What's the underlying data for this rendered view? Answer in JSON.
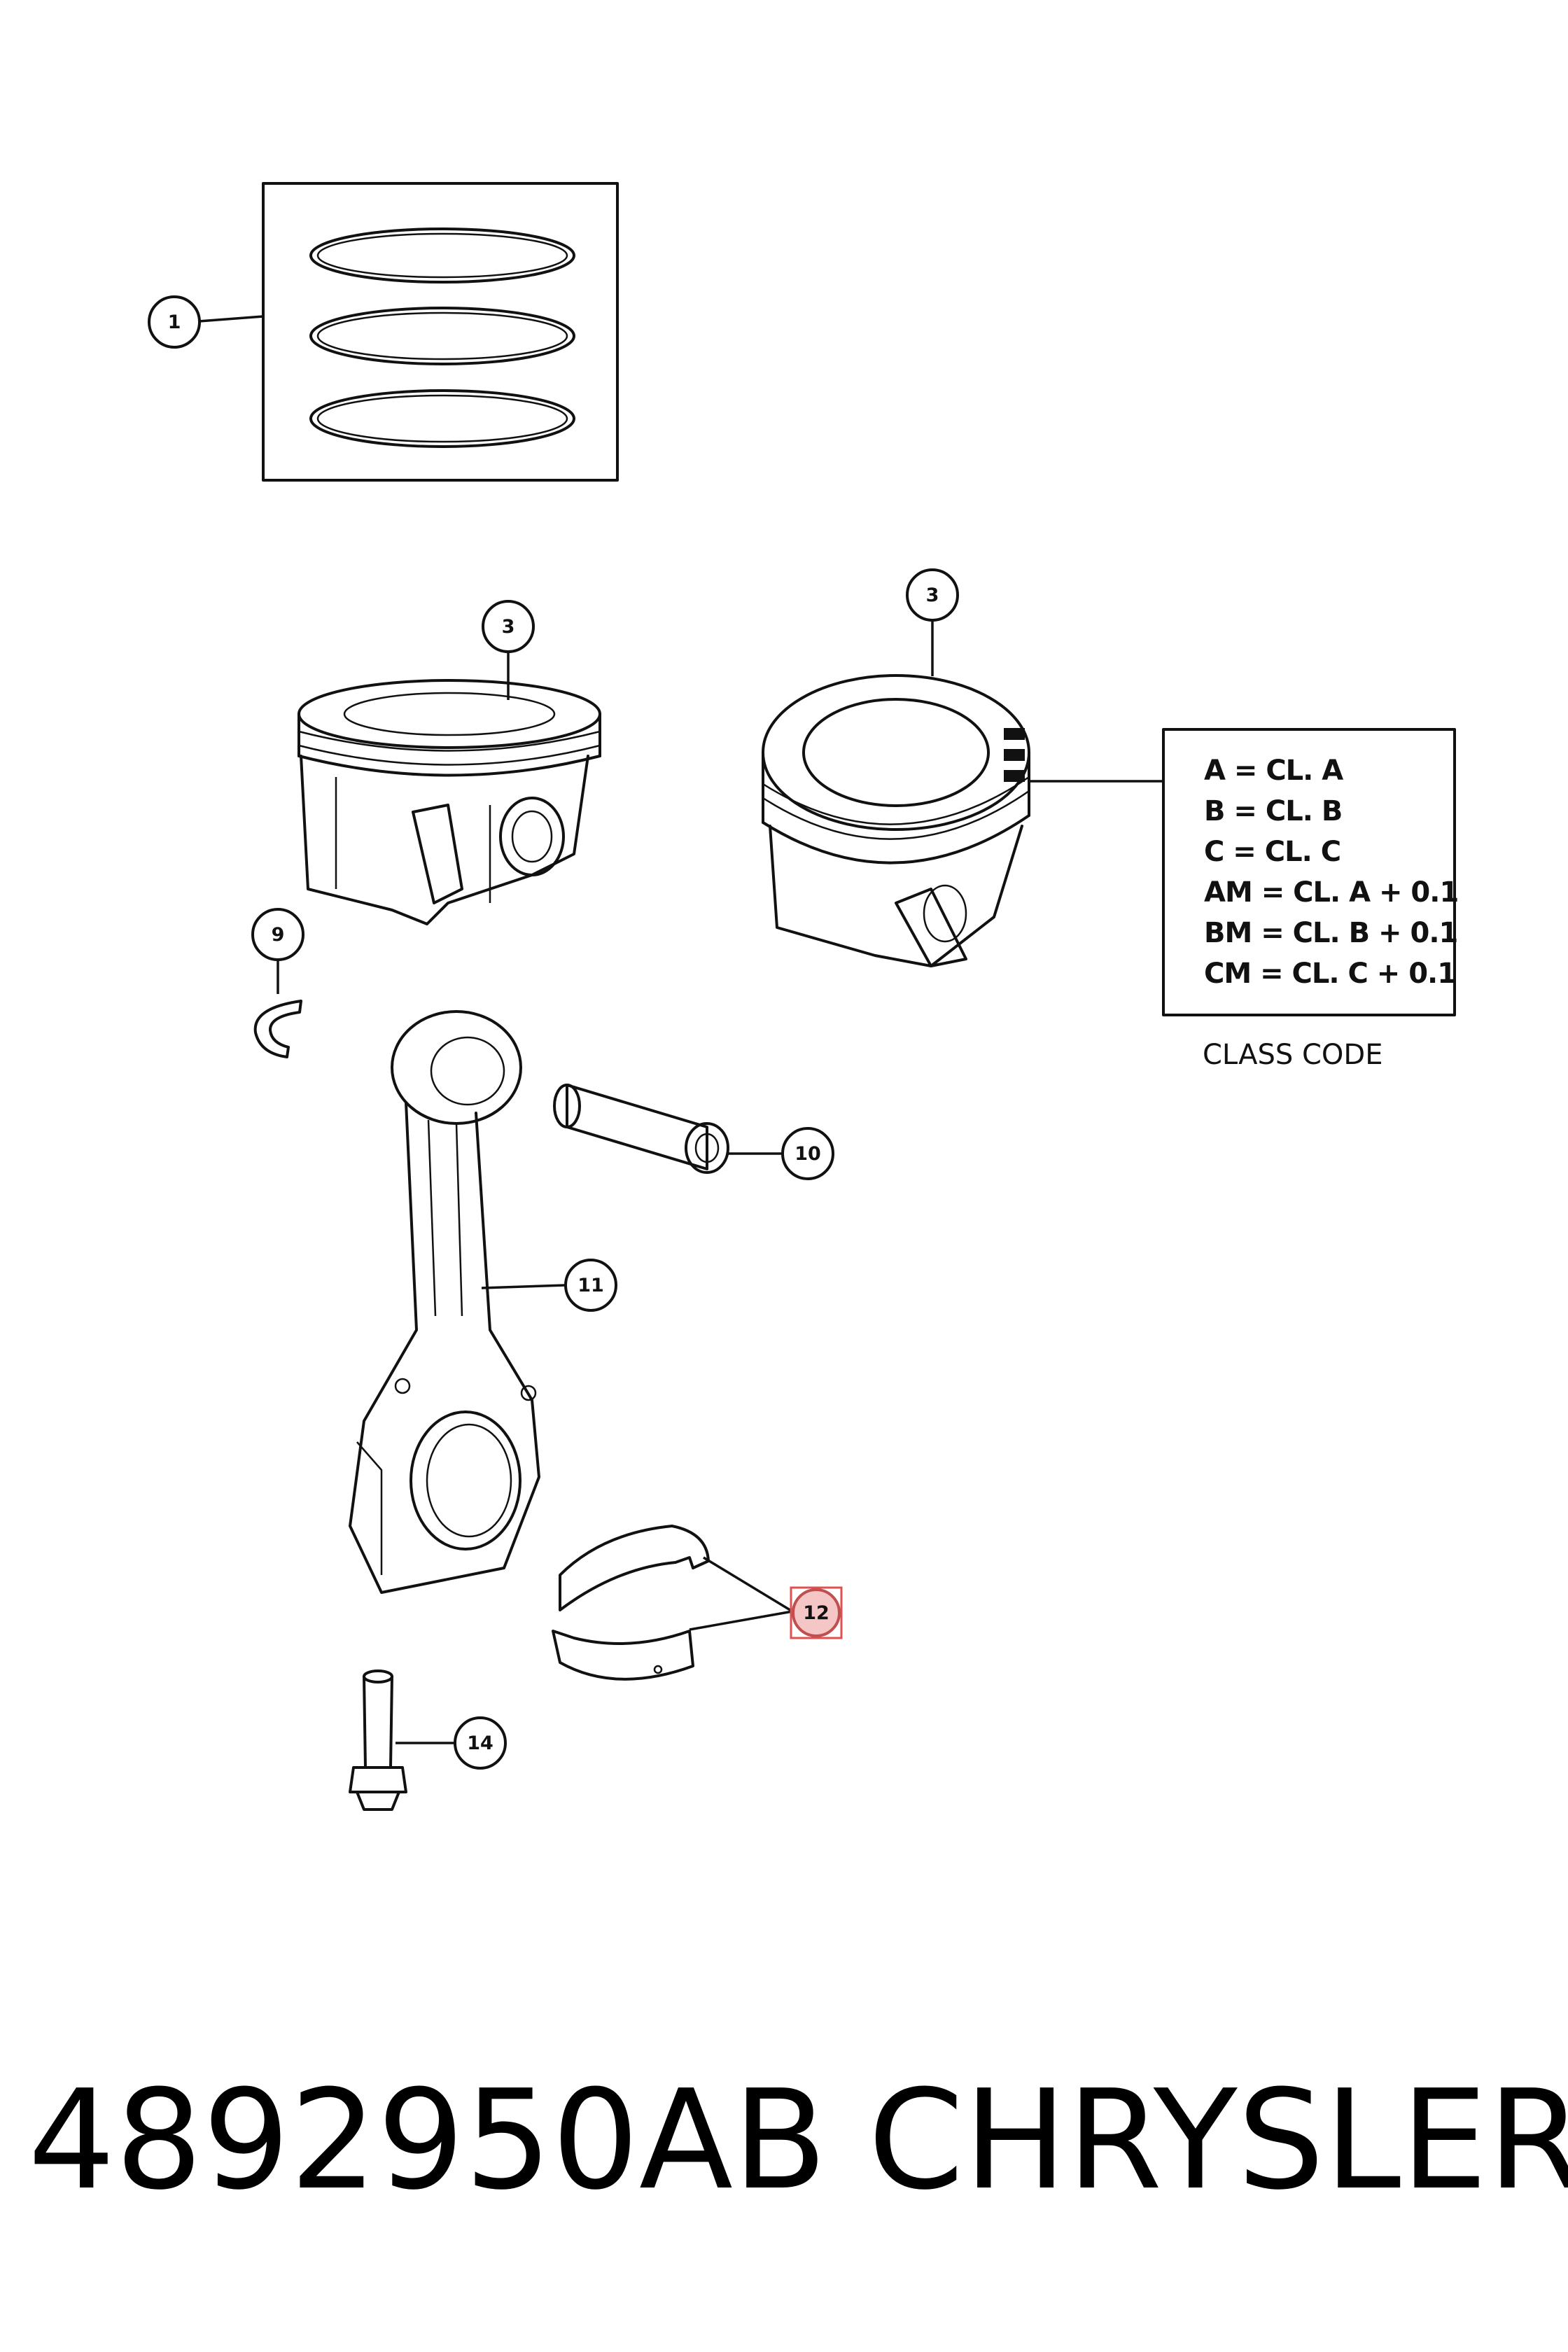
{
  "callouts": {
    "c1": "1",
    "c3a": "3",
    "c3b": "3",
    "c9": "9",
    "c10": "10",
    "c11": "11",
    "c12": "12",
    "c14": "14"
  },
  "class_code_legend": {
    "rows": [
      "A = CL. A",
      "B = CL. B",
      "C = CL. C",
      "AM = CL. A + 0.1",
      "BM = CL. B + 0.1",
      "CM = CL. C + 0.1"
    ],
    "caption": "CLASS CODE"
  },
  "footer": {
    "part_number": "4892950AB",
    "brand": "CHRYSLER"
  },
  "colors": {
    "line": "#111111",
    "highlight": "#e05050",
    "highlight_fill": "#f5c6c6"
  }
}
